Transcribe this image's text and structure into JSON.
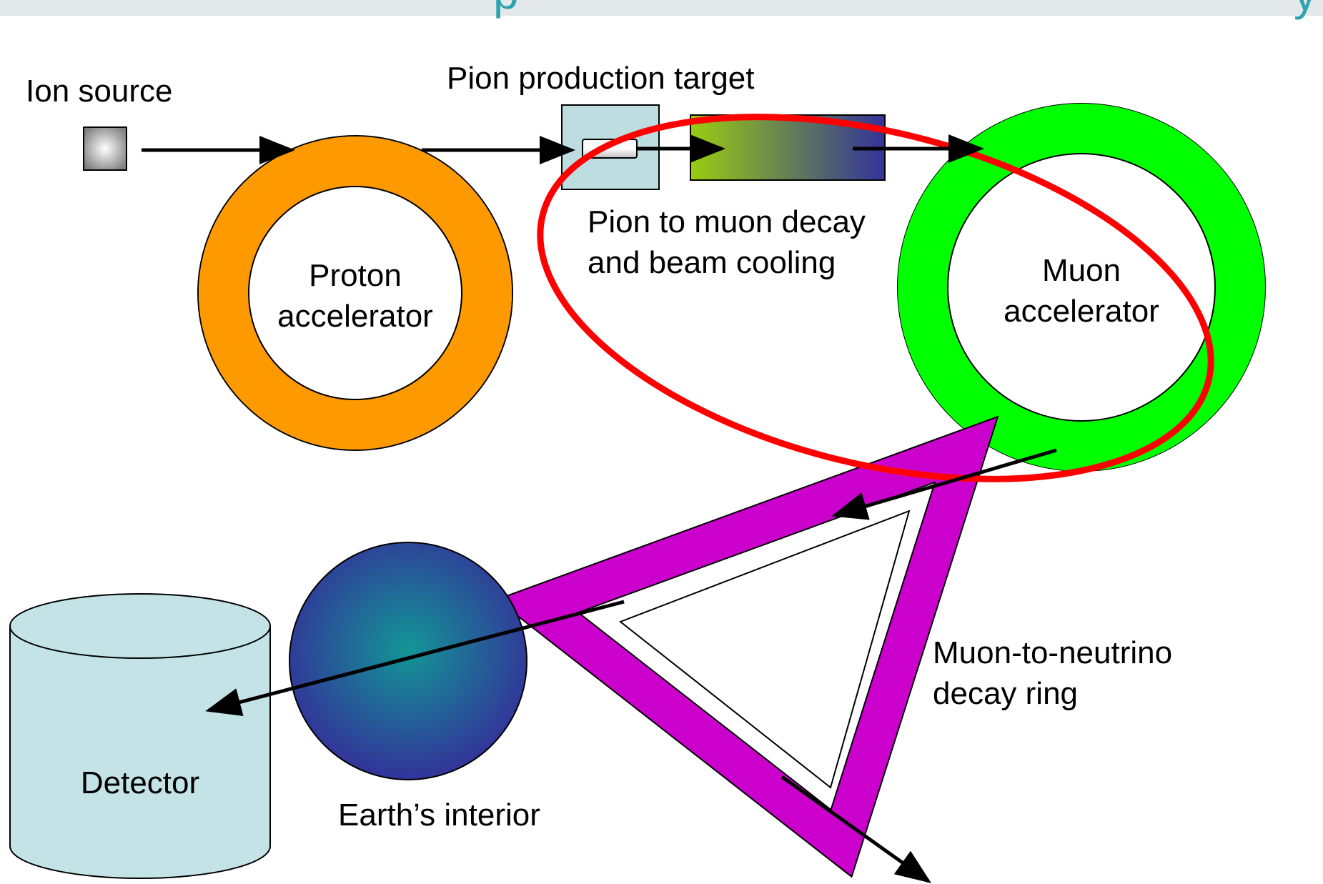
{
  "header": {
    "title_fragment": "p",
    "title_fragment_right": "y"
  },
  "labels": {
    "ion_source": "Ion source",
    "pion_target": "Pion production target",
    "decay_line1": "Pion to muon decay",
    "decay_line2": "and beam cooling",
    "proton_line1": "Proton",
    "proton_line2": "accelerator",
    "muon_line1": "Muon",
    "muon_line2": "accelerator",
    "neutrino_line1": "Muon-to-neutrino",
    "neutrino_line2": "decay ring",
    "earth": "Earth’s interior",
    "detector": "Detector"
  },
  "colors": {
    "header_bar": "#e3e8ea",
    "title": "#2ea3b0",
    "proton_ring": "#ff9900",
    "muon_ring": "#00ff00",
    "decay_ring": "#cc00cc",
    "highlight_ellipse": "#ff0000",
    "target_box": "#bddde1",
    "detector": "#c3e3e6",
    "cooling_start": "#99cc11",
    "cooling_end": "#333399",
    "earth_center": "#129696",
    "earth_edge": "#333399"
  }
}
